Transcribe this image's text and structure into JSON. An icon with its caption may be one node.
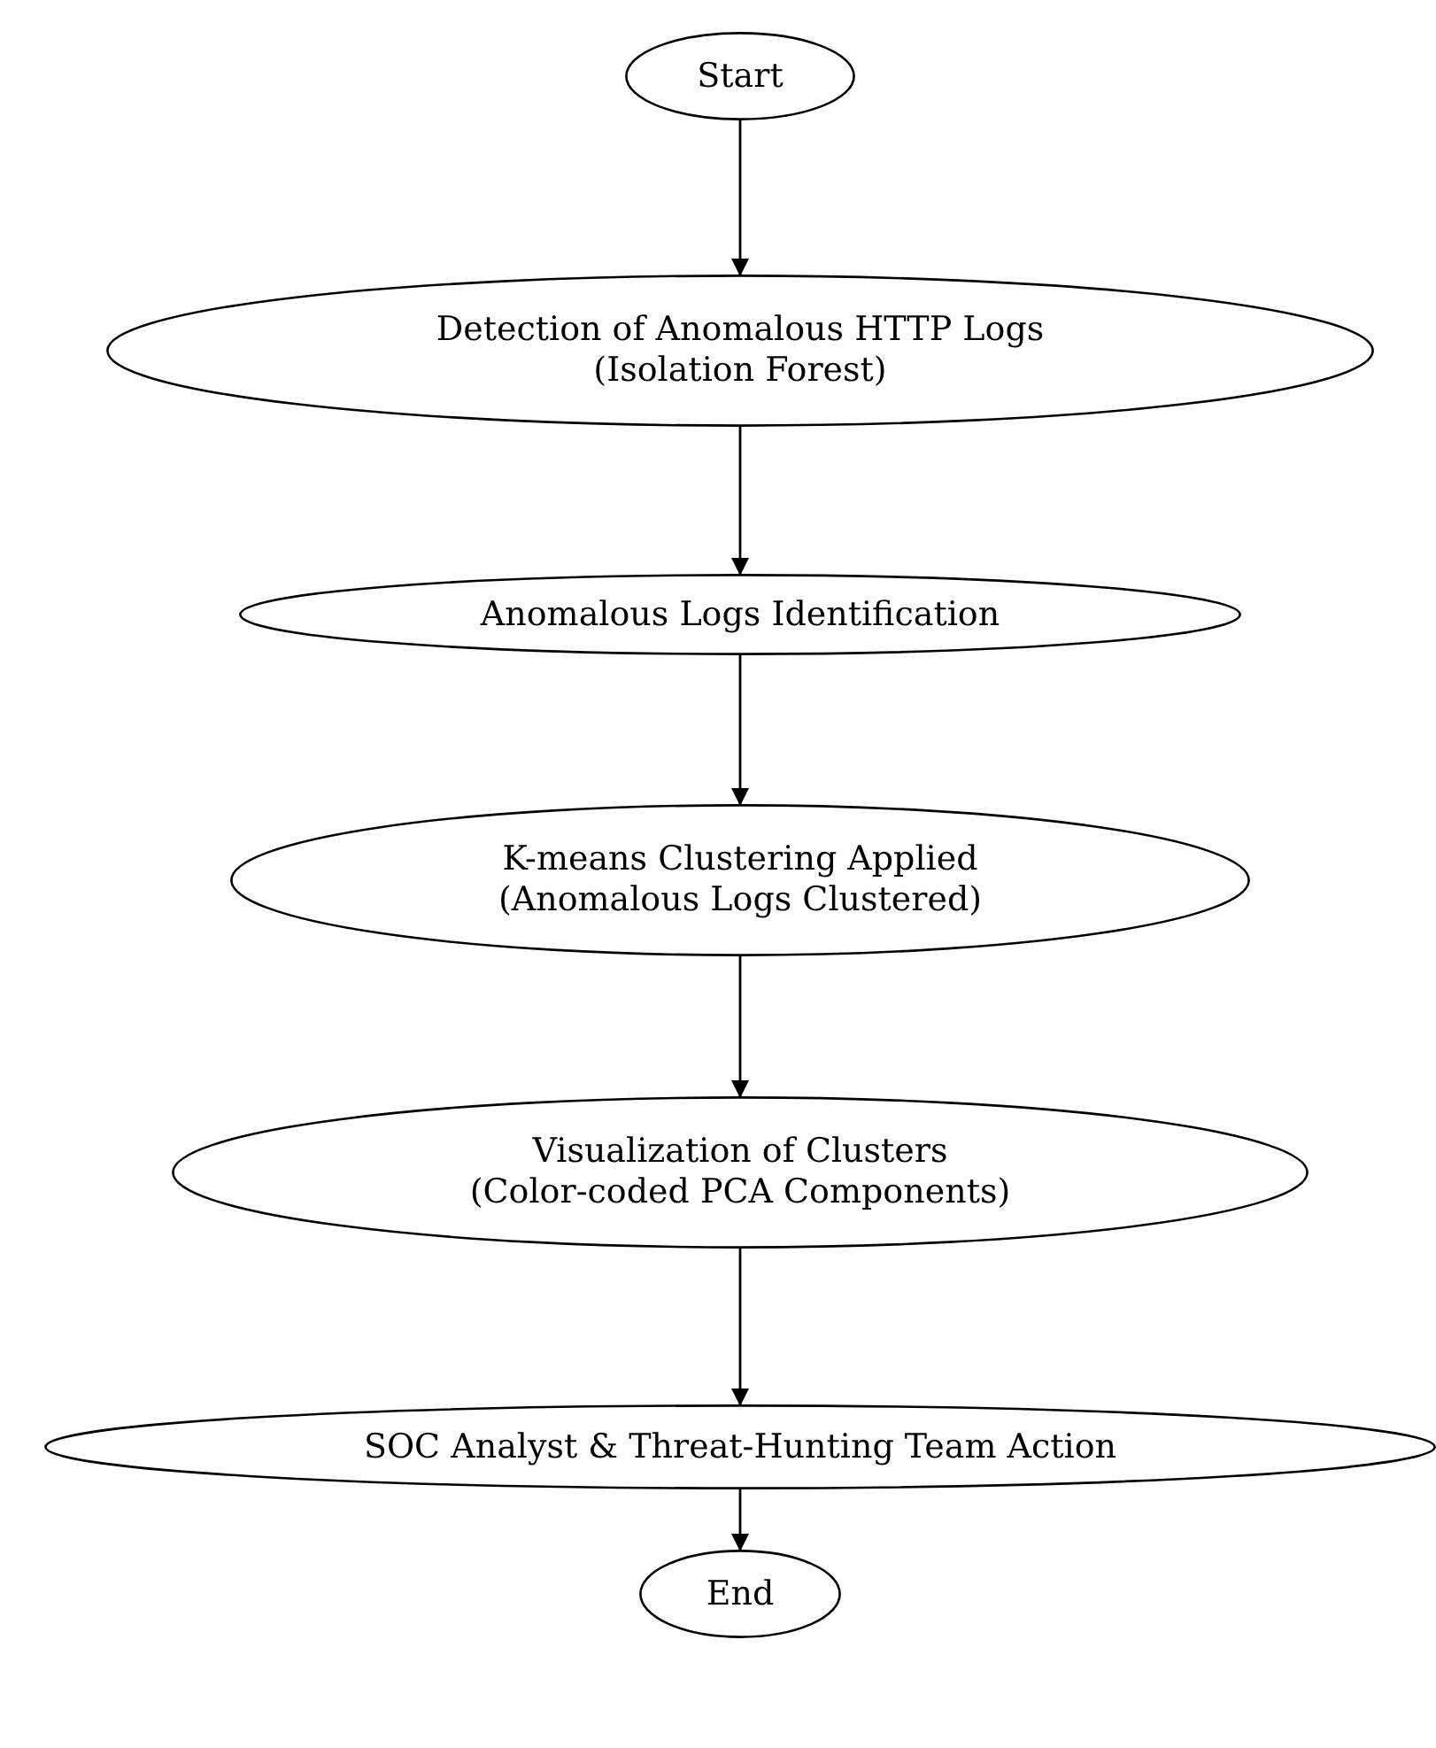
{
  "diagram": {
    "nodes": [
      {
        "text": [
          "Start"
        ]
      },
      {
        "text": [
          "Detection of Anomalous HTTP Logs",
          "(Isolation Forest)"
        ]
      },
      {
        "text": [
          "Anomalous Logs Identification"
        ]
      },
      {
        "text": [
          "K-means Clustering Applied",
          "(Anomalous Logs Clustered)"
        ]
      },
      {
        "text": [
          "Visualization of Clusters",
          "(Color-coded PCA Components)"
        ]
      },
      {
        "text": [
          "SOC Analyst & Threat-Hunting Team Action"
        ]
      },
      {
        "text": [
          "End"
        ]
      }
    ],
    "edges": [
      {
        "from": 0,
        "to": 1,
        "arrow": "to"
      },
      {
        "from": 1,
        "to": 2,
        "arrow": "to"
      },
      {
        "from": 2,
        "to": 3,
        "arrow": "to"
      },
      {
        "from": 3,
        "to": 4,
        "arrow": "to"
      },
      {
        "from": 4,
        "to": 5,
        "arrow": "to"
      },
      {
        "from": 5,
        "to": 6,
        "arrow": "to"
      }
    ]
  }
}
